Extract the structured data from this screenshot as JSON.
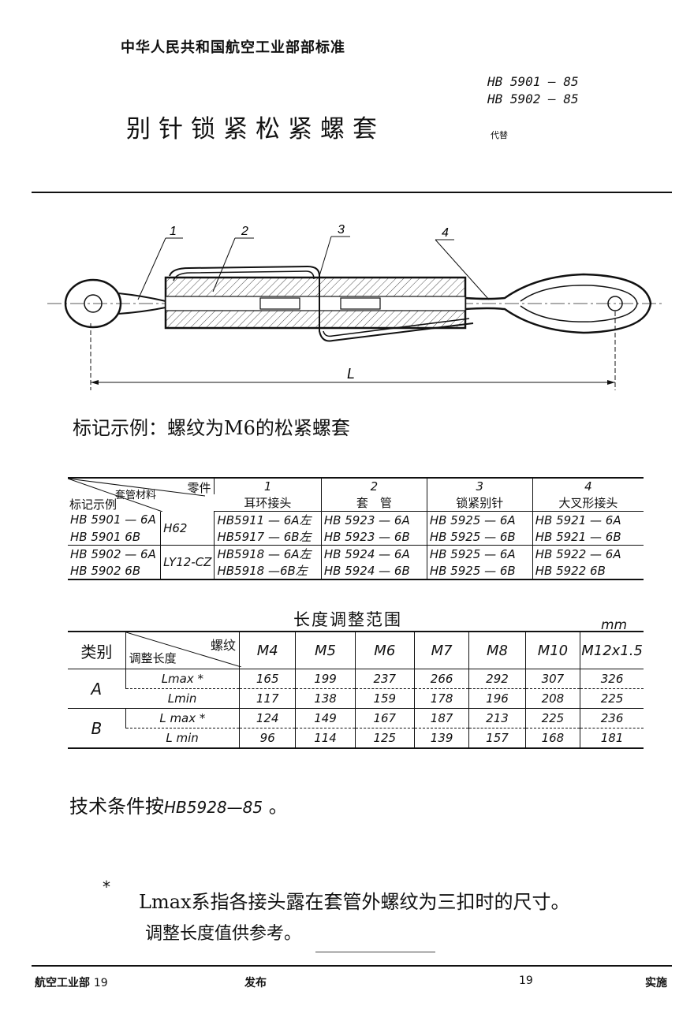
{
  "header": {
    "organization": "中华人民共和国航空工业部部标准",
    "title": "别针锁紧松紧螺套",
    "codes": [
      "HB 5901 — 85",
      "HB 5902 — 85"
    ],
    "replaces": "代替"
  },
  "figure": {
    "callouts": [
      "1",
      "2",
      "3",
      "4"
    ],
    "dimension_label": "L"
  },
  "example": "标记示例：螺纹为M6的松紧螺套",
  "parts_table": {
    "corner_top": "零件",
    "corner_mid": "套管材料",
    "corner_bottom": "标记示例",
    "part_numbers": [
      "1",
      "2",
      "3",
      "4"
    ],
    "part_names": [
      "耳环接头",
      "套　管",
      "锁紧别针",
      "大叉形接头"
    ],
    "rows": [
      {
        "mark": "HB 5901 — 6A",
        "material": "H62",
        "p1": "HB5911 — 6A左",
        "p2": "HB 5923 — 6A",
        "p3": "HB 5925 — 6A",
        "p4": "HB 5921 — 6A"
      },
      {
        "mark": "HB 5901   6B",
        "material": "",
        "p1": "HB5917 — 6B左",
        "p2": "HB 5923 — 6B",
        "p3": "HB 5925 — 6B",
        "p4": "HB 5921 — 6B"
      },
      {
        "mark": "HB 5902 — 6A",
        "material": "LY12-CZ",
        "p1": "HB5918 — 6A左",
        "p2": "HB 5924 — 6A",
        "p3": "HB 5925 — 6A",
        "p4": "HB 5922 — 6A"
      },
      {
        "mark": "HB 5902   6B",
        "material": "",
        "p1": "HB5918 —6B左",
        "p2": "HB 5924 — 6B",
        "p3": "HB 5925 — 6B",
        "p4": "HB 5922    6B"
      }
    ]
  },
  "range_table": {
    "caption": "长度调整范围",
    "unit": "mm",
    "col_category": "类别",
    "corner_top": "螺纹",
    "corner_bottom": "调整长度",
    "threads": [
      "M4",
      "M5",
      "M6",
      "M7",
      "M8",
      "M10",
      "M12x1.5"
    ],
    "groups": [
      {
        "category": "A",
        "rows": [
          {
            "label": "Lmax *",
            "values": [
              "165",
              "199",
              "237",
              "266",
              "292",
              "307",
              "326"
            ]
          },
          {
            "label": "Lmin",
            "values": [
              "117",
              "138",
              "159",
              "178",
              "196",
              "208",
              "225"
            ]
          }
        ]
      },
      {
        "category": "B",
        "rows": [
          {
            "label": "L max *",
            "values": [
              "124",
              "149",
              "167",
              "187",
              "213",
              "225",
              "236"
            ]
          },
          {
            "label": "L min",
            "values": [
              "96",
              "114",
              "125",
              "139",
              "157",
              "168",
              "181"
            ]
          }
        ]
      }
    ]
  },
  "technical": {
    "prefix": "技术条件按",
    "ref": "HB5928—85",
    "suffix": "。"
  },
  "notes": {
    "star": "*",
    "line1": "Lmax系指各接头露在套管外螺纹为三扣时的尺寸。",
    "line2": "调整长度值供参考。"
  },
  "footer": {
    "ministry": "航空工业部",
    "ministry_num": "19",
    "issue": "发布",
    "impl_num": "19",
    "implement": "实施"
  }
}
